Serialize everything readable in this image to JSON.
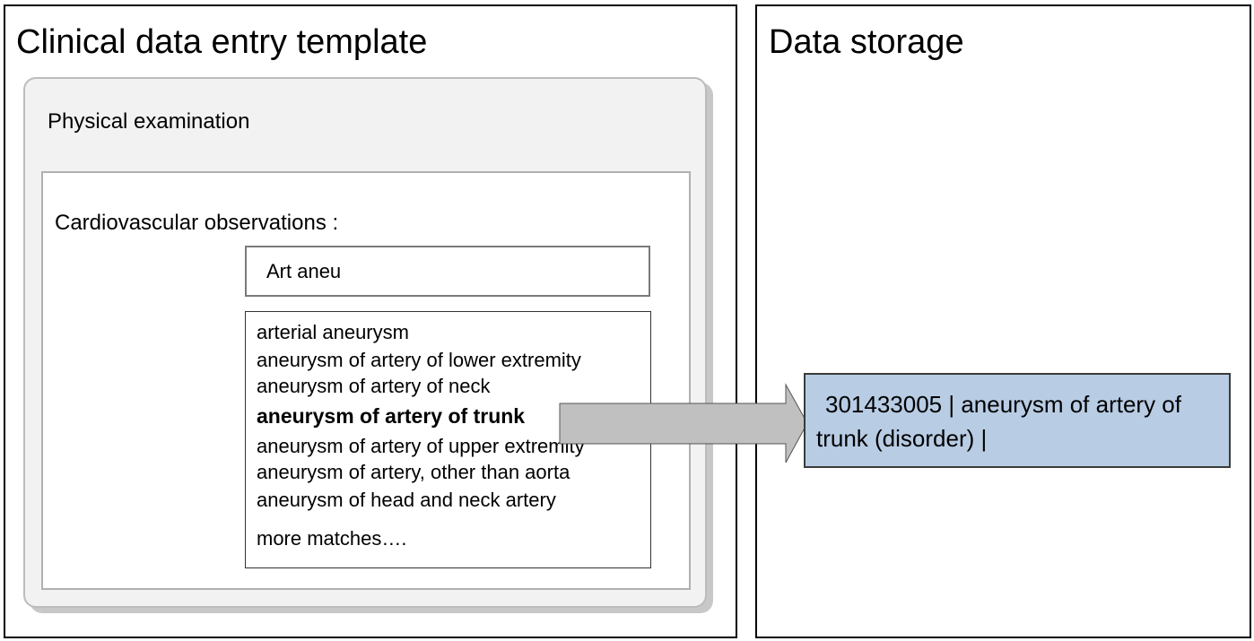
{
  "left_panel": {
    "title": "Clinical data entry template",
    "section": {
      "title": "Physical examination",
      "observations_label": "Cardiovascular observations :",
      "search_value": "Art aneu",
      "suggestions": [
        {
          "label": "arterial aneurysm",
          "selected": false
        },
        {
          "label": "aneurysm of artery of lower extremity",
          "selected": false
        },
        {
          "label": "aneurysm of artery of neck",
          "selected": false
        },
        {
          "label": "aneurysm of artery of trunk",
          "selected": true
        },
        {
          "label": "aneurysm of artery of upper extremity",
          "selected": false
        },
        {
          "label": "aneurysm of artery, other than aorta",
          "selected": false
        },
        {
          "label": "aneurysm of head and neck artery",
          "selected": false
        }
      ],
      "more_matches": "more matches…."
    }
  },
  "right_panel": {
    "title": "Data storage",
    "stored_record": "301433005 |  aneurysm of artery of trunk (disorder) |"
  },
  "colors": {
    "storage_fill": "#b8cce4",
    "arrow_fill": "#c0c0c0",
    "section_fill": "#f2f2f2"
  }
}
